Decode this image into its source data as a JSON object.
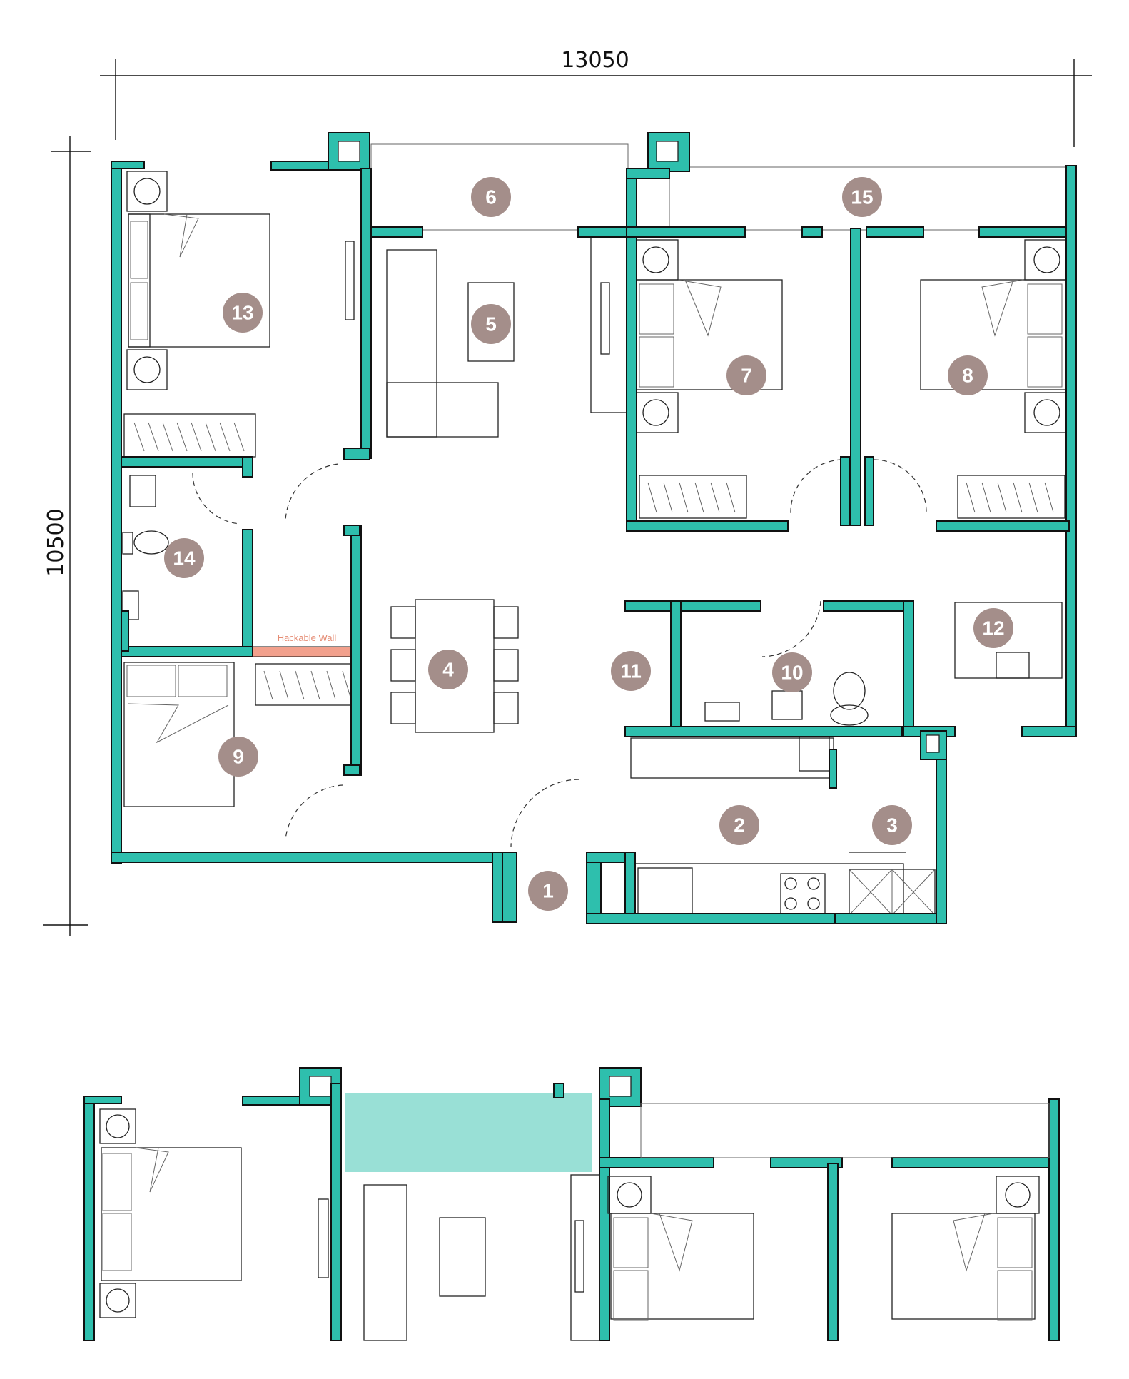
{
  "dimensions": {
    "width": "13050",
    "height": "10500"
  },
  "hackable_wall_label": "Hackable Wall",
  "rooms": [
    {
      "id": "1",
      "label": "1"
    },
    {
      "id": "2",
      "label": "2"
    },
    {
      "id": "3",
      "label": "3"
    },
    {
      "id": "4",
      "label": "4"
    },
    {
      "id": "5",
      "label": "5"
    },
    {
      "id": "6",
      "label": "6"
    },
    {
      "id": "7",
      "label": "7"
    },
    {
      "id": "8",
      "label": "8"
    },
    {
      "id": "9",
      "label": "9"
    },
    {
      "id": "10",
      "label": "10"
    },
    {
      "id": "11",
      "label": "11"
    },
    {
      "id": "12",
      "label": "12"
    },
    {
      "id": "13",
      "label": "13"
    },
    {
      "id": "14",
      "label": "14"
    },
    {
      "id": "15",
      "label": "15"
    }
  ],
  "colors": {
    "wall": "#2ebfad",
    "badge": "#a48e8a",
    "hackable_wall": "#f2a08c",
    "extension": "#99e0d6"
  }
}
